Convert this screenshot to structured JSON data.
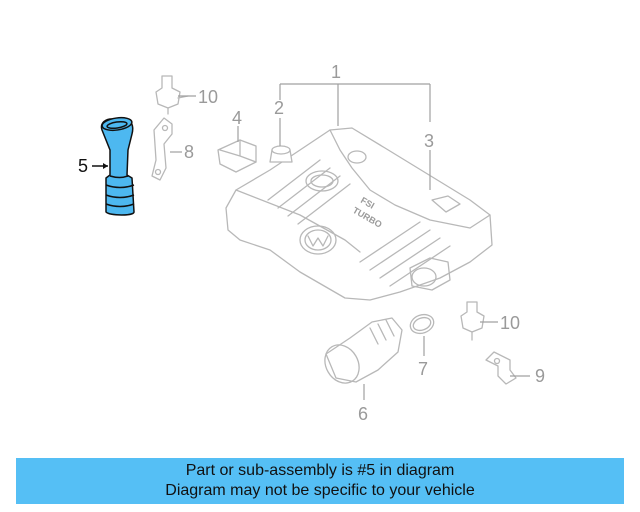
{
  "diagram": {
    "highlighted_part": "5",
    "callouts": [
      "1",
      "2",
      "3",
      "4",
      "5",
      "6",
      "7",
      "8",
      "9",
      "10",
      "10"
    ],
    "cover_lettering": [
      "FSI",
      "TURBO"
    ]
  },
  "banner": {
    "line1": "Part or sub-assembly is #5 in diagram",
    "line2": "Diagram may not be specific to your vehicle",
    "bg_color": "#55bff5"
  },
  "colors": {
    "highlight": "#4db8f0",
    "line_art": "#b8b8b8"
  }
}
